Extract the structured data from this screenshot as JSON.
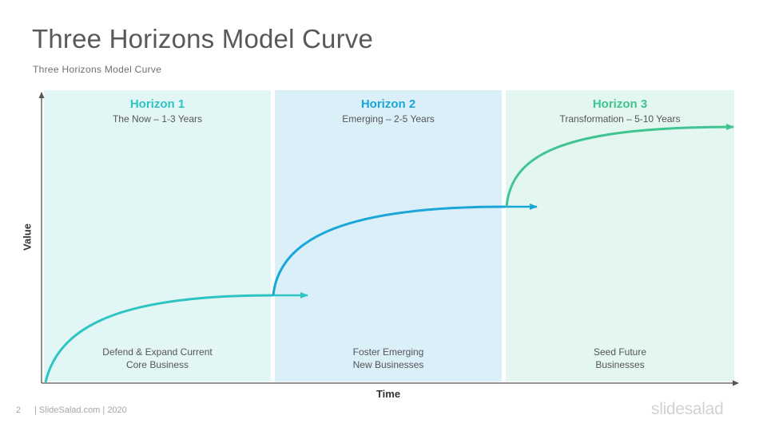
{
  "title": "Three Horizons Model Curve",
  "subtitle": "Three Horizons  Model Curve",
  "axes": {
    "y_label": "Value",
    "x_label": "Time"
  },
  "horizons": [
    {
      "heading": "Horizon 1",
      "period": "The Now  –  1-3 Years",
      "desc_line1": "Defend & Expand Current",
      "desc_line2": "Core Business",
      "color": "#2ec4c4"
    },
    {
      "heading": "Horizon 2",
      "period": "Emerging  –  2-5 Years",
      "desc_line1": "Foster Emerging",
      "desc_line2": "New Businesses",
      "color": "#1aa6d9"
    },
    {
      "heading": "Horizon 3",
      "period": "Transformation  –  5-10 Years",
      "desc_line1": "Seed Future",
      "desc_line2": "Businesses",
      "color": "#40c491"
    }
  ],
  "footer": {
    "page": "2",
    "text": "| SlideSalad.com | 2020"
  },
  "logo": "slidesalad"
}
